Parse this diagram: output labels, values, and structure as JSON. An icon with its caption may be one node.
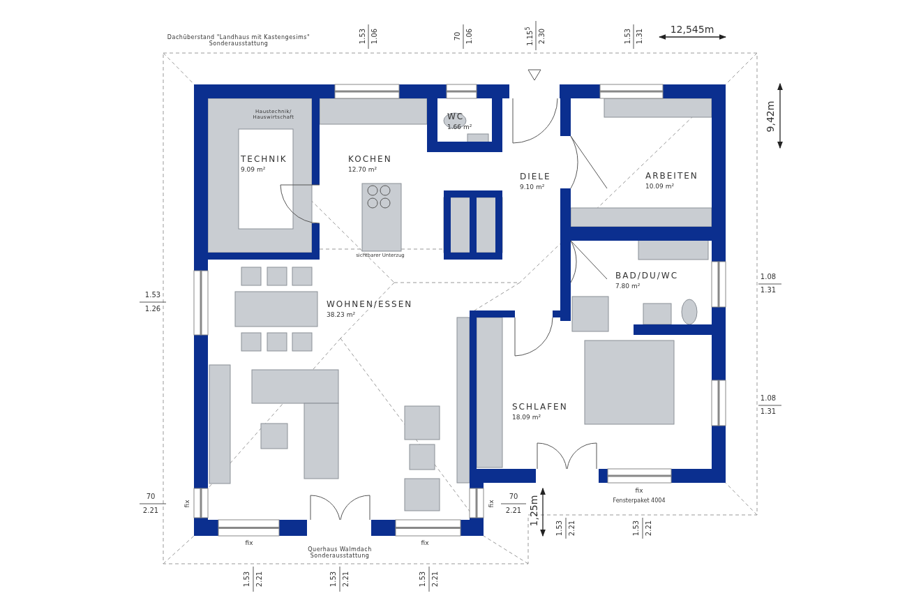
{
  "diagram": {
    "nodes": [
      {
        "text": [
          "WC",
          "1.66 m²"
        ]
      },
      {
        "text": [
          "TECHNIK",
          "9.09 m²"
        ]
      },
      {
        "text": [
          "KOCHEN",
          "12.70 m²"
        ]
      },
      {
        "text": [
          "ARBEITEN",
          "10.09 m²"
        ]
      },
      {
        "text": [
          "DIELE",
          "9.10 m²"
        ]
      },
      {
        "text": [
          "BAD/DU/WC",
          "7.80 m²"
        ]
      },
      {
        "text": [
          "WOHNEN/ESSEN",
          "38.23 m²"
        ]
      },
      {
        "text": [
          "SCHLAFEN",
          "18.09 m²"
        ]
      }
    ],
    "edges": [],
    "labels": [
      "Dachüberstand \"Landhaus mit Kastengesims\" Sonderausstattung",
      "1.53",
      "1.06",
      "70",
      "1.06",
      "1.15$^{5}$",
      "2.30",
      "1.53",
      "1.31",
      "12,545m",
      "9,42m",
      "Haustechnik/ Hauswirtschaft",
      "sichtbarer Unterzug",
      "1.53",
      "1.26",
      "1.08",
      "1.31",
      "1.08",
      "1.31",
      "70",
      "2.21",
      "fix",
      "fix",
      "70",
      "2.21",
      "1,25m",
      "fix",
      "Fensterpaket 4004",
      "1.53",
      "2.21",
      "1.53",
      "2.21",
      "fix",
      "Querhaus Walmdach Sonderausstattung",
      "fix",
      "1.53",
      "2.21",
      "1.53",
      "2.21",
      "1.53",
      "2.21"
    ]
  }
}
